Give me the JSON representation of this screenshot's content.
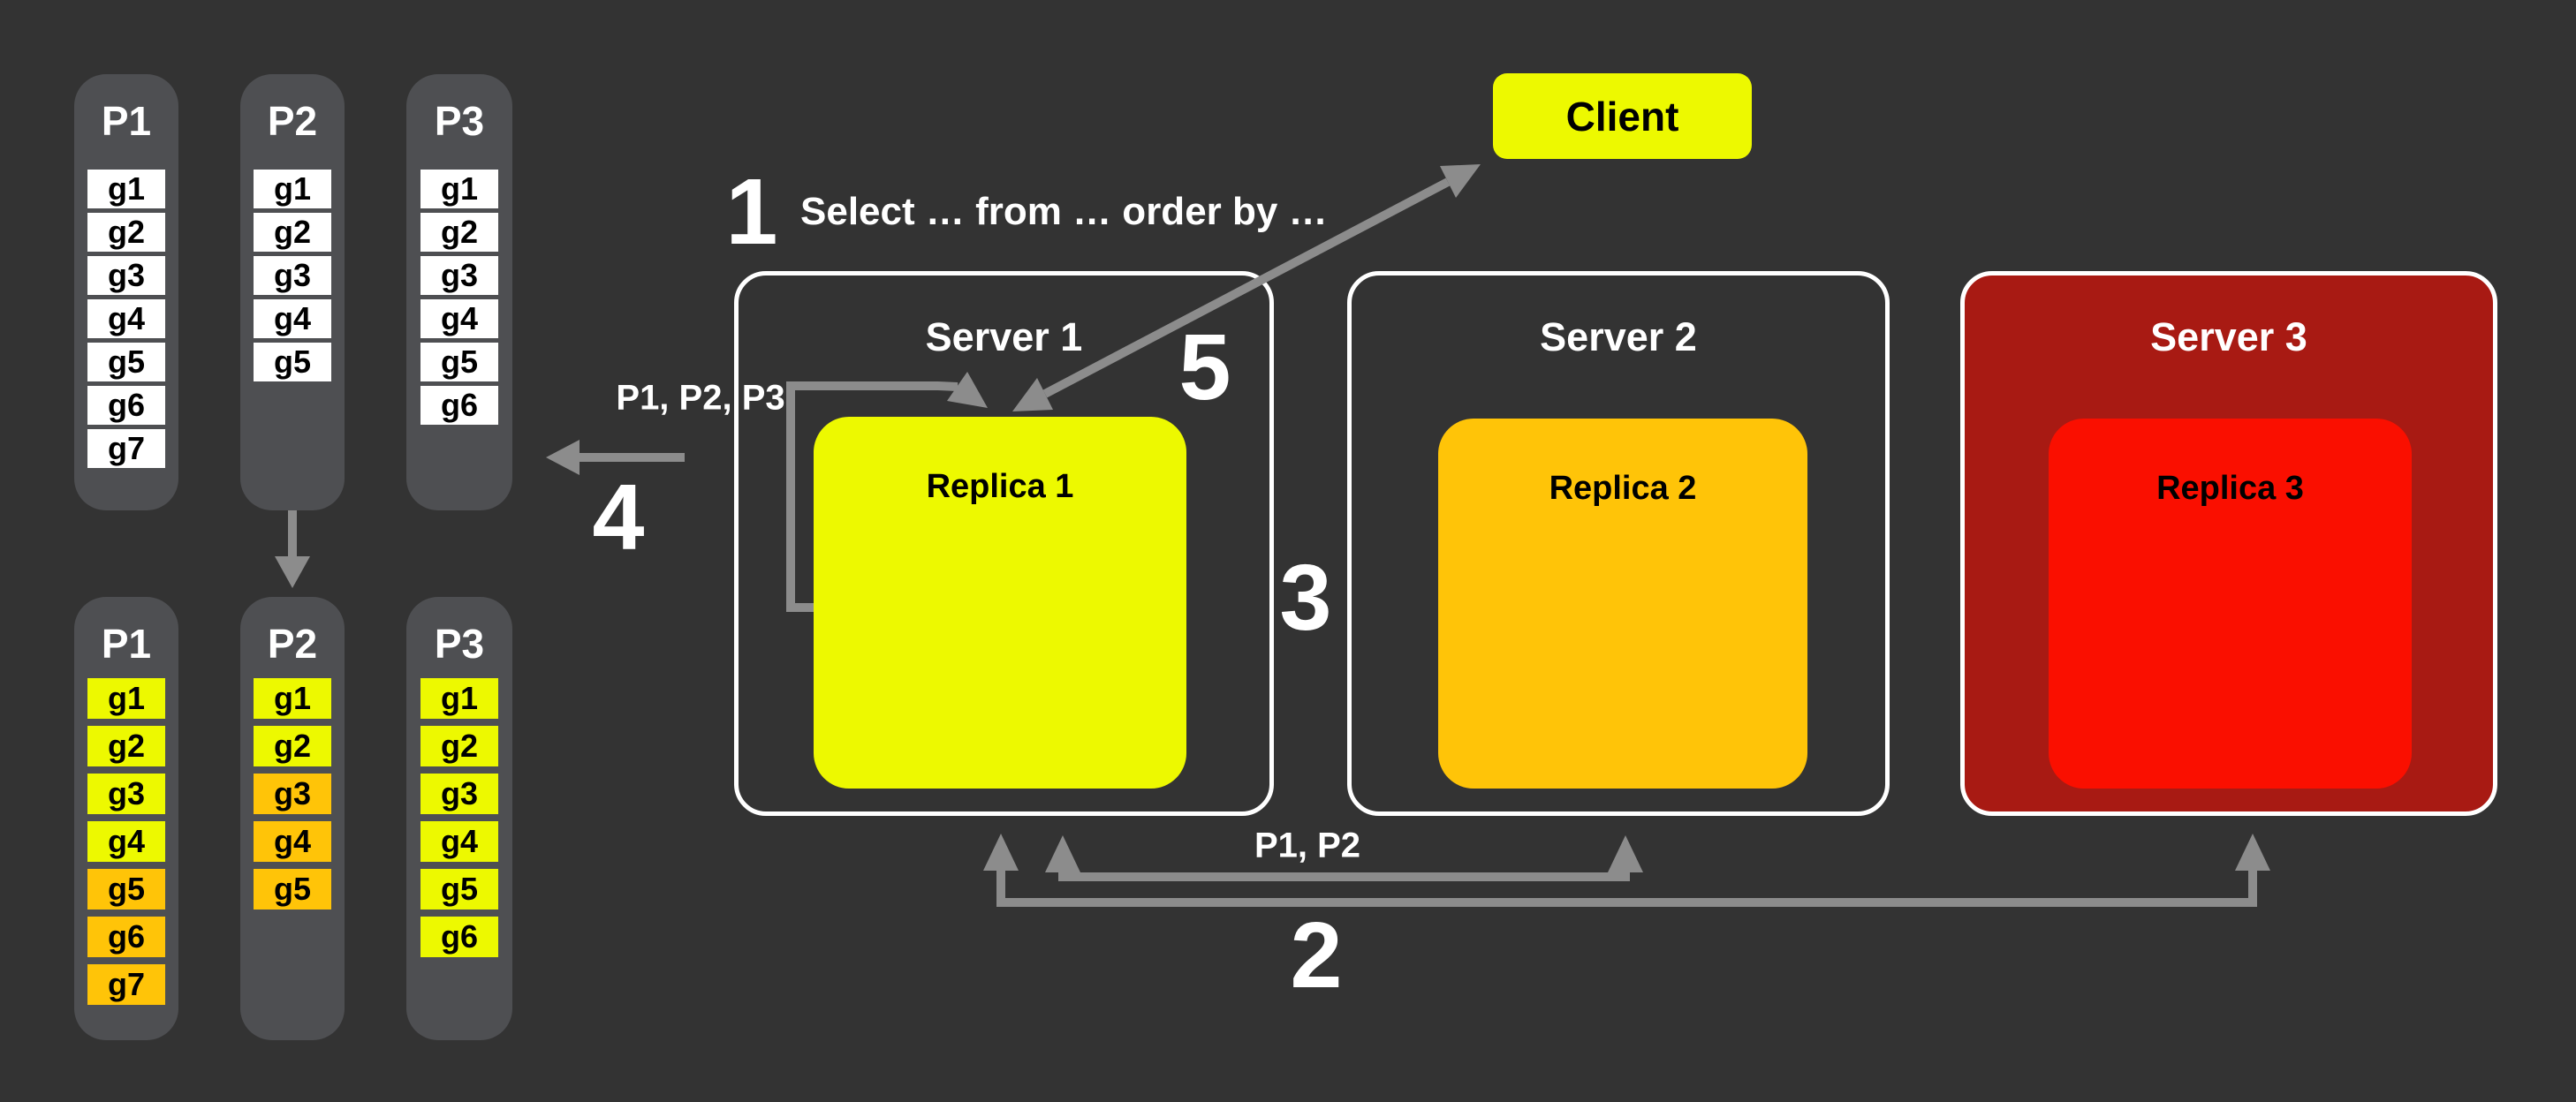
{
  "colors": {
    "background": "#333333",
    "panel_gray": "#4E4F52",
    "cell_white": "#FFFFFF",
    "yellow": "#EDF900",
    "amber": "#FFC408",
    "server3_red": "#A81A13",
    "replica3_red": "#FA0F00",
    "arrow_gray": "#8C8C8C",
    "text_white": "#FFFFFF",
    "text_black": "#000000"
  },
  "client": {
    "label": "Client"
  },
  "query": {
    "step_number": "1",
    "text": "Select … from … order by …"
  },
  "steps": {
    "two": "2",
    "three": "3",
    "four": "4",
    "five": "5"
  },
  "labels": {
    "partitions_to_replica": "P1, P2, P3",
    "partitions_fetched": "P1, P2"
  },
  "servers": [
    {
      "title": "Server 1",
      "replica_label": "Replica 1"
    },
    {
      "title": "Server 2",
      "replica_label": "Replica 2"
    },
    {
      "title": "Server 3",
      "replica_label": "Replica 3"
    }
  ],
  "partitions_top": [
    {
      "title": "P1",
      "cells": [
        "g1",
        "g2",
        "g3",
        "g4",
        "g5",
        "g6",
        "g7"
      ]
    },
    {
      "title": "P2",
      "cells": [
        "g1",
        "g2",
        "g3",
        "g4",
        "g5"
      ]
    },
    {
      "title": "P3",
      "cells": [
        "g1",
        "g2",
        "g3",
        "g4",
        "g5",
        "g6"
      ]
    }
  ],
  "partitions_bottom": [
    {
      "title": "P1",
      "cells": [
        {
          "label": "g1",
          "tone": "yellow"
        },
        {
          "label": "g2",
          "tone": "yellow"
        },
        {
          "label": "g3",
          "tone": "yellow"
        },
        {
          "label": "g4",
          "tone": "yellow"
        },
        {
          "label": "g5",
          "tone": "amber"
        },
        {
          "label": "g6",
          "tone": "amber"
        },
        {
          "label": "g7",
          "tone": "amber"
        }
      ]
    },
    {
      "title": "P2",
      "cells": [
        {
          "label": "g1",
          "tone": "yellow"
        },
        {
          "label": "g2",
          "tone": "yellow"
        },
        {
          "label": "g3",
          "tone": "amber"
        },
        {
          "label": "g4",
          "tone": "amber"
        },
        {
          "label": "g5",
          "tone": "amber"
        }
      ]
    },
    {
      "title": "P3",
      "cells": [
        {
          "label": "g1",
          "tone": "yellow"
        },
        {
          "label": "g2",
          "tone": "yellow"
        },
        {
          "label": "g3",
          "tone": "yellow"
        },
        {
          "label": "g4",
          "tone": "yellow"
        },
        {
          "label": "g5",
          "tone": "yellow"
        },
        {
          "label": "g6",
          "tone": "yellow"
        }
      ]
    }
  ]
}
